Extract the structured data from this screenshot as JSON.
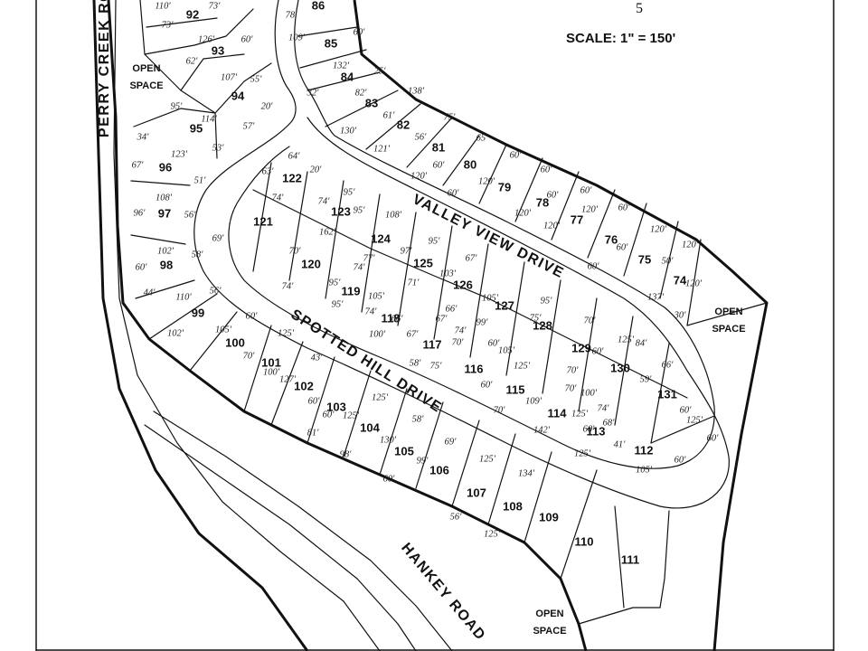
{
  "scale_label": "SCALE:  1\" = 150'",
  "top_mark": "5",
  "roads": {
    "perry": "PERRY CREEK RO",
    "valley": "VALLEY VIEW DRIVE",
    "spotted": "SPOTTED HILL DRIVE",
    "hankey": "HANKEY ROAD"
  },
  "open_space": {
    "line1": "OPEN",
    "line2": "SPACE"
  },
  "lots": [
    "86",
    "85",
    "84",
    "83",
    "82",
    "81",
    "80",
    "79",
    "78",
    "77",
    "76",
    "75",
    "74",
    "92",
    "93",
    "94",
    "95",
    "96",
    "97",
    "98",
    "99",
    "100",
    "101",
    "102",
    "103",
    "104",
    "105",
    "106",
    "107",
    "108",
    "109",
    "110",
    "111",
    "112",
    "113",
    "114",
    "115",
    "116",
    "117",
    "118",
    "119",
    "120",
    "121",
    "122",
    "123",
    "124",
    "125",
    "126",
    "127",
    "128",
    "129",
    "130",
    "131"
  ],
  "dimensions": [
    "110'",
    "73'",
    "73'",
    "126'",
    "60'",
    "62'",
    "107'",
    "55'",
    "95'",
    "114'",
    "57'",
    "20'",
    "34'",
    "123'",
    "67'",
    "53'",
    "51'",
    "108'",
    "96'",
    "56'",
    "102'",
    "60'",
    "58'",
    "44'",
    "110'",
    "56'",
    "102'",
    "78'",
    "109'",
    "60'",
    "132'",
    "25'",
    "32'",
    "82'",
    "138'",
    "61'",
    "130'",
    "75'",
    "56'",
    "121'",
    "60'",
    "65'",
    "120'",
    "60'",
    "60'",
    "120'",
    "60'",
    "120'",
    "60'",
    "60'",
    "120'",
    "60'",
    "120'",
    "60'",
    "120'",
    "60'",
    "120'",
    "50'",
    "120'",
    "137'",
    "30'",
    "64'",
    "20'",
    "63'",
    "95'",
    "74'",
    "108'",
    "69'",
    "162'",
    "74'",
    "95'",
    "70'",
    "95'",
    "77'",
    "97'",
    "67'",
    "74'",
    "103'",
    "74'",
    "71'",
    "95'",
    "105'",
    "105'",
    "66'",
    "95'",
    "74'",
    "95'",
    "75'",
    "66'",
    "67'",
    "74'",
    "99'",
    "100'",
    "105'",
    "67'",
    "70'",
    "125'",
    "58'",
    "60'",
    "75'",
    "70'",
    "70'",
    "84'",
    "125'",
    "60'",
    "66'",
    "70'",
    "100'",
    "105'",
    "60'",
    "125'",
    "60'",
    "70'",
    "109'",
    "142'",
    "74'",
    "125'",
    "59'",
    "60'",
    "70'",
    "100'",
    "127'",
    "43'",
    "125'",
    "58'",
    "68'",
    "41'",
    "60'",
    "125'",
    "60'",
    "130'",
    "69'",
    "125'",
    "60'",
    "60'",
    "60'",
    "125'",
    "60'",
    "99'",
    "125'",
    "134'",
    "105'",
    "81'",
    "98'",
    "56'",
    "125'"
  ]
}
